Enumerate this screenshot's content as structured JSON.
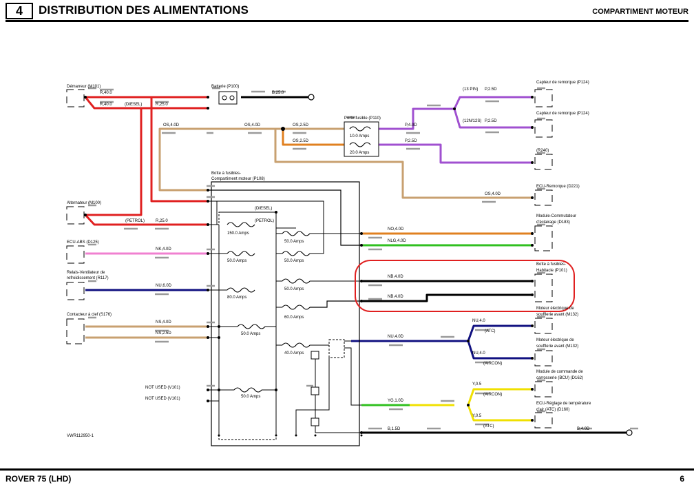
{
  "header": {
    "section_number": "4",
    "title": "DISTRIBUTION DES ALIMENTATIONS",
    "subtitle": "COMPARTIMENT MOTEUR"
  },
  "footer": {
    "model": "ROVER 75 (LHD)",
    "page": "6"
  },
  "colors": {
    "red": "#e02020",
    "purple": "#a050d0",
    "tan": "#c8a070",
    "orange": "#e08020",
    "green": "#30c020",
    "pink": "#f080d0",
    "navy": "#101080",
    "yellow": "#f0e000",
    "annotation": "#e02020"
  },
  "diagram": {
    "ref_code": "VWR112950-1",
    "components": {
      "starter": "Démarreur (M101)",
      "battery": "Batterie (P100)",
      "fuse_holder": "Porte-fusible (P110)",
      "trailer_sensor_1": "Capteur de remorque (P124)",
      "trailer_sensor_2": "Capteur de remorque (P124)",
      "r240": "(R240)",
      "trailer_ecu": "ECU-Remorque (D221)",
      "engine_fusebox_line1": "Boîte à fusibles-",
      "engine_fusebox_line2": "Compartiment moteur (P108)",
      "alternator": "Alternateur (M100)",
      "lighting_switch_line1": "Module-Commutateur",
      "lighting_switch_line2": "d'éclairage (D183)",
      "abs_ecu": "ECU-ABS (D125)",
      "cab_fusebox_line1": "Boîte à fusibles-",
      "cab_fusebox_line2": "Habitacle (P101)",
      "cooling_relay_line1": "Relais-Ventilateur de",
      "cooling_relay_line2": "refroidissement (R117)",
      "blower_1_line1": "Moteur électrique de",
      "blower_1_line2": "soufflerie avant (M132)",
      "ignition_switch": "Contacteur à clef (S176)",
      "blower_2_line1": "Moteur électrique de",
      "blower_2_line2": "soufflerie avant (M132)",
      "bcu_line1": "Module de commande de",
      "bcu_line2": "carrosserie (BCU) (D162)",
      "atc_ecu_line1": "ECU-Réglage de température",
      "atc_ecu_line2": "d'air (ATC) (D160)",
      "not_used_1": "NOT USED (V101)",
      "not_used_2": "NOT USED (V101)"
    },
    "wires": {
      "r40_a": "R,40.0",
      "r40_b": "R,40.0",
      "diesel_1": "(DIESEL)",
      "r25_a": "R,25.0",
      "b25": "B,25.0",
      "os4_a": "OS,4.0D",
      "os4_b": "OS,4.0D",
      "os25_a": "OS,2.5D",
      "os25_b": "OS,2.5D",
      "p4_a": "P,4.0D",
      "p25_a": "P,2.5D",
      "pin13": "(13 PIN)",
      "p25_b": "P,2.5D",
      "pin12n": "(12N/12S)",
      "p25_c": "P,2.5D",
      "os4_c": "OS,4.0D",
      "petrol_1": "(PETROL)",
      "r25_b": "R,25.0",
      "diesel_2": "(DIESEL)",
      "petrol_2": "(PETROL)",
      "no4": "NO,4.0D",
      "nlg4": "NLG,4.0D",
      "nk4": "NK,4.0D",
      "nb4_a": "NB,4.0D",
      "nb4_b": "NB,4.0D",
      "nu6": "NU,6.0D",
      "nu4_a": "NU,4.0",
      "atc_1": "(ATC)",
      "ns4": "NS,4.0D",
      "ns25": "NS,2.5D",
      "nu4_b": "NU,4.0D",
      "nu4_c": "NU,4.0",
      "aircon_1": "(AIRCON)",
      "y05_a": "Y,0.5",
      "aircon_2": "(AIRCON)",
      "yg1": "YG,1.0D",
      "y05_b": "Y,0.5",
      "atc_2": "(ATC)",
      "b15": "B,1.5D",
      "b4": "B,4.0D"
    },
    "fuses": {
      "f150": "150.0 Amps",
      "f50_a": "50.0 Amps",
      "f50_b": "50.0 Amps",
      "f50_c": "50.0 Amps",
      "f80": "80.0 Amps",
      "f50_d": "50.0 Amps",
      "f60": "60.0 Amps",
      "f50_e": "50.0 Amps",
      "f40": "40.0 Amps",
      "f50_f": "50.0 Amps",
      "f10": "10.0 Amps",
      "f20": "20.0 Amps"
    }
  }
}
